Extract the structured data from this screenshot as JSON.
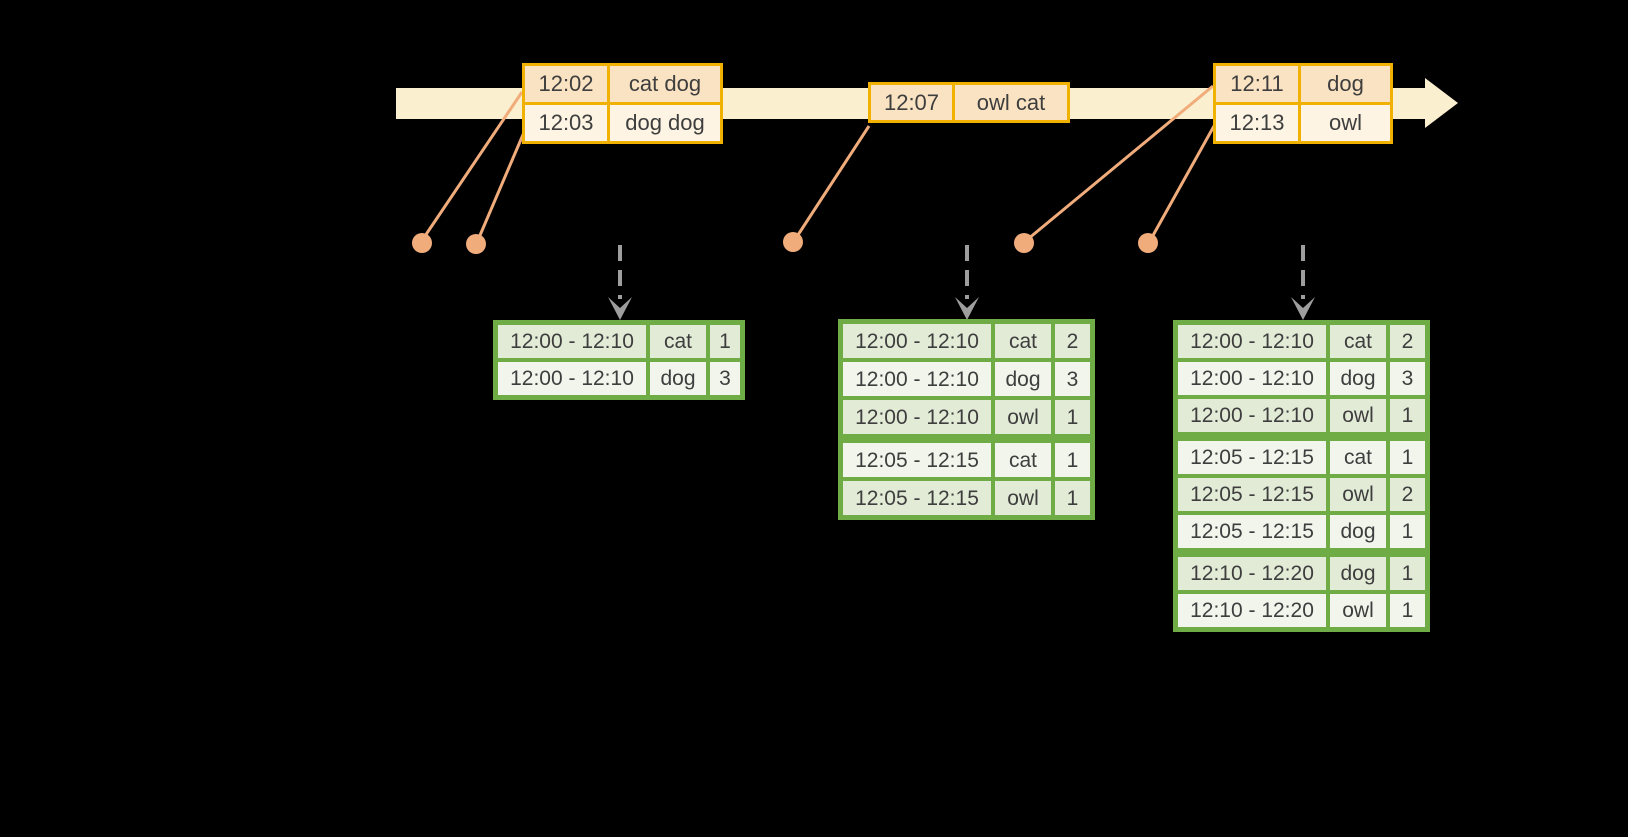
{
  "colors": {
    "background": "#000000",
    "timeline_band": "#FAF0CF",
    "event_border": "#F1B100",
    "event_row_dark": "#FAE3C2",
    "event_row_light": "#FDF4E3",
    "connector": "#F1AC7B",
    "result_border": "#6FAC46",
    "result_row_dark": "#E2EBD6",
    "result_row_light": "#F2F5EC",
    "trigger_arrow": "#9E9E9E",
    "text": "#3E3E3E"
  },
  "timeline": {
    "event_tables": [
      {
        "rows": [
          {
            "time": "12:02",
            "words": "cat dog"
          },
          {
            "time": "12:03",
            "words": "dog dog"
          }
        ]
      },
      {
        "rows": [
          {
            "time": "12:07",
            "words": "owl cat"
          }
        ]
      },
      {
        "rows": [
          {
            "time": "12:11",
            "words": "dog"
          },
          {
            "time": "12:13",
            "words": "owl"
          }
        ]
      }
    ]
  },
  "result_tables": [
    {
      "rows": [
        {
          "window": "12:00 - 12:10",
          "word": "cat",
          "count": "1"
        },
        {
          "window": "12:00 - 12:10",
          "word": "dog",
          "count": "3"
        }
      ]
    },
    {
      "rows": [
        {
          "window": "12:00 - 12:10",
          "word": "cat",
          "count": "2"
        },
        {
          "window": "12:00 - 12:10",
          "word": "dog",
          "count": "3"
        },
        {
          "window": "12:00 - 12:10",
          "word": "owl",
          "count": "1"
        },
        {
          "window": "12:05 - 12:15",
          "word": "cat",
          "count": "1"
        },
        {
          "window": "12:05 - 12:15",
          "word": "owl",
          "count": "1"
        }
      ]
    },
    {
      "rows": [
        {
          "window": "12:00 - 12:10",
          "word": "cat",
          "count": "2"
        },
        {
          "window": "12:00 - 12:10",
          "word": "dog",
          "count": "3"
        },
        {
          "window": "12:00 - 12:10",
          "word": "owl",
          "count": "1"
        },
        {
          "window": "12:05 - 12:15",
          "word": "cat",
          "count": "1"
        },
        {
          "window": "12:05 - 12:15",
          "word": "owl",
          "count": "2"
        },
        {
          "window": "12:05 - 12:15",
          "word": "dog",
          "count": "1"
        },
        {
          "window": "12:10 - 12:20",
          "word": "dog",
          "count": "1"
        },
        {
          "window": "12:10 - 12:20",
          "word": "owl",
          "count": "1"
        }
      ]
    }
  ]
}
